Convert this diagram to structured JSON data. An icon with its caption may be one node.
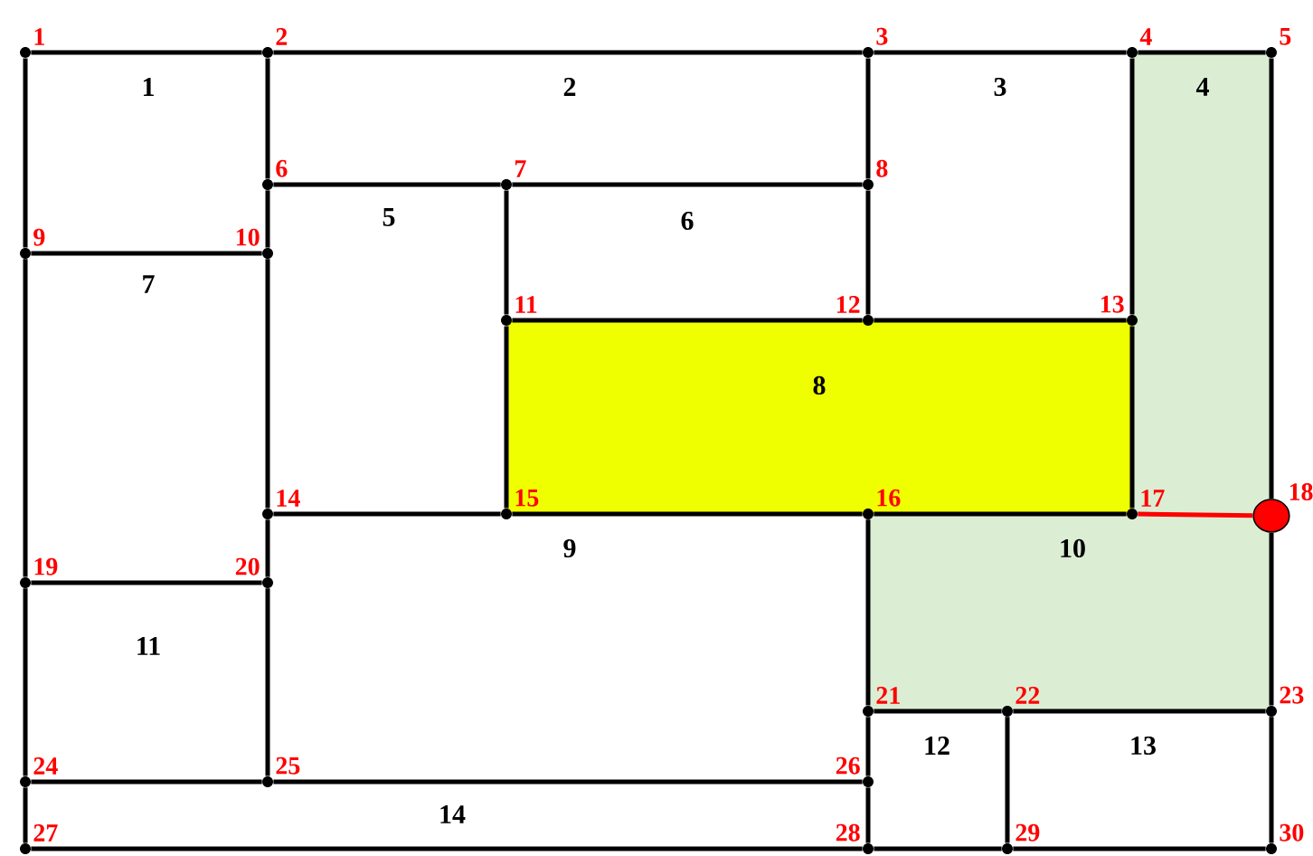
{
  "diagram": {
    "nodes": [
      {
        "text": [
          "1"
        ]
      },
      {
        "text": [
          "2"
        ]
      },
      {
        "text": [
          "3"
        ]
      },
      {
        "text": [
          "4"
        ]
      },
      {
        "text": [
          "5"
        ]
      },
      {
        "text": [
          "6"
        ]
      },
      {
        "text": [
          "7"
        ]
      },
      {
        "text": [
          "8"
        ]
      },
      {
        "text": [
          "9"
        ]
      },
      {
        "text": [
          "10"
        ]
      },
      {
        "text": [
          "11"
        ]
      },
      {
        "text": [
          "12"
        ]
      },
      {
        "text": [
          "13"
        ]
      },
      {
        "text": [
          "14"
        ]
      },
      {
        "text": [
          "15"
        ]
      },
      {
        "text": [
          "16"
        ]
      },
      {
        "text": [
          "17"
        ]
      },
      {
        "text": [
          "18"
        ]
      },
      {
        "text": [
          "19"
        ]
      },
      {
        "text": [
          "20"
        ]
      },
      {
        "text": [
          "21"
        ]
      },
      {
        "text": [
          "22"
        ]
      },
      {
        "text": [
          "23"
        ]
      },
      {
        "text": [
          "24"
        ]
      },
      {
        "text": [
          "25"
        ]
      },
      {
        "text": [
          "26"
        ]
      },
      {
        "text": [
          "27"
        ]
      },
      {
        "text": [
          "28"
        ]
      },
      {
        "text": [
          "29"
        ]
      },
      {
        "text": [
          "30"
        ]
      }
    ],
    "edges": [
      {
        "from": 0,
        "to": 1,
        "arrow": "none"
      },
      {
        "from": 1,
        "to": 2,
        "arrow": "none"
      },
      {
        "from": 2,
        "to": 3,
        "arrow": "none"
      },
      {
        "from": 3,
        "to": 4,
        "arrow": "none"
      },
      {
        "from": 0,
        "to": 8,
        "arrow": "none"
      },
      {
        "from": 8,
        "to": 18,
        "arrow": "none"
      },
      {
        "from": 18,
        "to": 23,
        "arrow": "none"
      },
      {
        "from": 23,
        "to": 26,
        "arrow": "none"
      },
      {
        "from": 1,
        "to": 5,
        "arrow": "none"
      },
      {
        "from": 5,
        "to": 9,
        "arrow": "none"
      },
      {
        "from": 9,
        "to": 13,
        "arrow": "none"
      },
      {
        "from": 13,
        "to": 19,
        "arrow": "none"
      },
      {
        "from": 19,
        "to": 24,
        "arrow": "none"
      },
      {
        "from": 5,
        "to": 6,
        "arrow": "none"
      },
      {
        "from": 6,
        "to": 7,
        "arrow": "none"
      },
      {
        "from": 2,
        "to": 7,
        "arrow": "none"
      },
      {
        "from": 7,
        "to": 11,
        "arrow": "none"
      },
      {
        "from": 8,
        "to": 9,
        "arrow": "none"
      },
      {
        "from": 6,
        "to": 10,
        "arrow": "none"
      },
      {
        "from": 10,
        "to": 11,
        "arrow": "none"
      },
      {
        "from": 11,
        "to": 12,
        "arrow": "none"
      },
      {
        "from": 3,
        "to": 12,
        "arrow": "none"
      },
      {
        "from": 12,
        "to": 16,
        "arrow": "none"
      },
      {
        "from": 10,
        "to": 14,
        "arrow": "none"
      },
      {
        "from": 13,
        "to": 14,
        "arrow": "none"
      },
      {
        "from": 14,
        "to": 15,
        "arrow": "none"
      },
      {
        "from": 15,
        "to": 16,
        "arrow": "none"
      },
      {
        "from": 16,
        "to": 17,
        "arrow": "none",
        "color": "#ff0000"
      },
      {
        "from": 4,
        "to": 17,
        "arrow": "none"
      },
      {
        "from": 17,
        "to": 22,
        "arrow": "none"
      },
      {
        "from": 22,
        "to": 29,
        "arrow": "none"
      },
      {
        "from": 18,
        "to": 19,
        "arrow": "none"
      },
      {
        "from": 15,
        "to": 20,
        "arrow": "none"
      },
      {
        "from": 20,
        "to": 21,
        "arrow": "none"
      },
      {
        "from": 21,
        "to": 22,
        "arrow": "none"
      },
      {
        "from": 20,
        "to": 25,
        "arrow": "none"
      },
      {
        "from": 25,
        "to": 27,
        "arrow": "none"
      },
      {
        "from": 21,
        "to": 28,
        "arrow": "none"
      },
      {
        "from": 23,
        "to": 24,
        "arrow": "none"
      },
      {
        "from": 24,
        "to": 25,
        "arrow": "none"
      },
      {
        "from": 26,
        "to": 27,
        "arrow": "none"
      },
      {
        "from": 27,
        "to": 28,
        "arrow": "none"
      },
      {
        "from": 28,
        "to": 29,
        "arrow": "none"
      }
    ],
    "labels": [
      "1",
      "2",
      "3",
      "4",
      "5",
      "6",
      "7",
      "8",
      "9",
      "10",
      "11",
      "12",
      "13",
      "14"
    ]
  }
}
